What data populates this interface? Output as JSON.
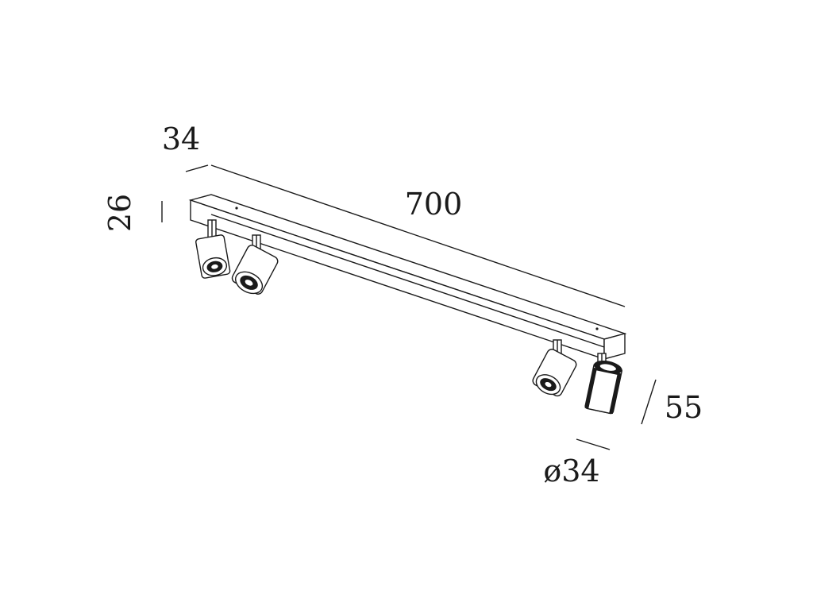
{
  "dimensions": {
    "depth": "34",
    "height": "26",
    "length": "700",
    "spot_height": "55",
    "spot_diameter": "ø34"
  },
  "colors": {
    "line": "#1a1a1a",
    "background": "#ffffff"
  }
}
